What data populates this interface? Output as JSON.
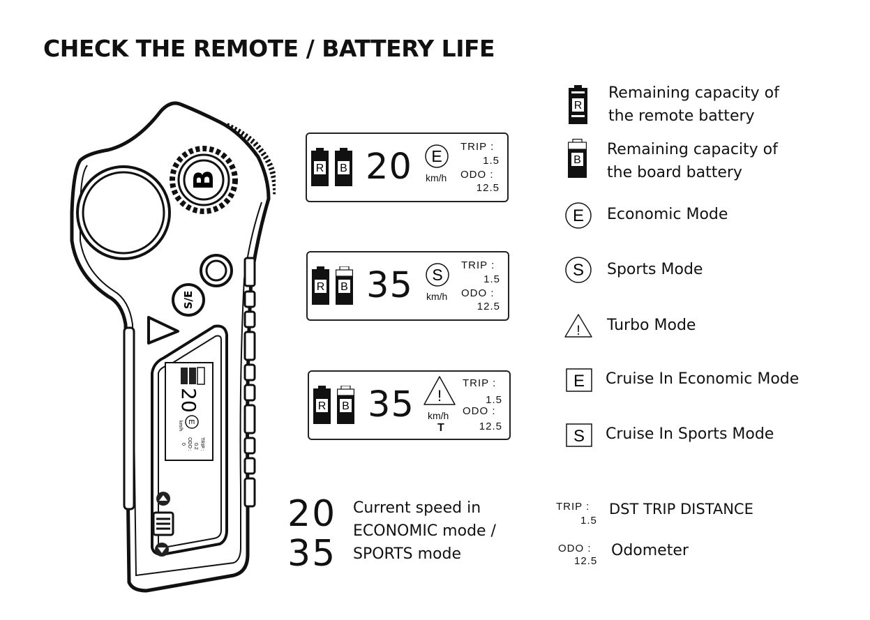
{
  "title": "CHECK THE REMOTE / BATTERY LIFE",
  "remote": {
    "logo_letter": "B",
    "se_button": "S/E",
    "mini_screen": {
      "speed": "20",
      "unit": "km/h",
      "mode": "E",
      "trip_label": "TRIP :",
      "trip_value": "0.2",
      "odo_label": "ODO :",
      "odo_value": "0"
    }
  },
  "screens": [
    {
      "battery_r": "R",
      "battery_b": "B",
      "speed": "20",
      "mode": "E",
      "unit": "km/h",
      "trip_label": "TRIP :",
      "trip_value": "1.5",
      "odo_label": "ODO :",
      "odo_value": "12.5",
      "turbo_flag": ""
    },
    {
      "battery_r": "R",
      "battery_b": "B",
      "speed": "35",
      "mode": "S",
      "unit": "km/h",
      "trip_label": "TRIP :",
      "trip_value": "1.5",
      "odo_label": "ODO :",
      "odo_value": "12.5",
      "turbo_flag": ""
    },
    {
      "battery_r": "R",
      "battery_b": "B",
      "speed": "35",
      "mode": "!",
      "unit": "km/h",
      "trip_label": "TRIP :",
      "trip_value": "1.5",
      "odo_label": "ODO :",
      "odo_value": "12.5",
      "turbo_flag": "T"
    }
  ],
  "legend": {
    "remote_battery": {
      "icon_letter": "R",
      "line1": "Remaining capacity of",
      "line2": "the remote battery"
    },
    "board_battery": {
      "icon_letter": "B",
      "line1": "Remaining capacity of",
      "line2": "the board battery"
    },
    "economic": {
      "icon_letter": "E",
      "text": "Economic Mode"
    },
    "sports": {
      "icon_letter": "S",
      "text": "Sports Mode"
    },
    "turbo": {
      "icon_letter": "!",
      "text": "Turbo Mode"
    },
    "cruise_economic": {
      "icon_letter": "E",
      "text": "Cruise In Economic Mode"
    },
    "cruise_sports": {
      "icon_letter": "S",
      "text": "Cruise In Sports Mode"
    }
  },
  "speed_info": {
    "num1": "20",
    "num2": "35",
    "line1": "Current speed in",
    "line2": "ECONOMIC mode /",
    "line3": "SPORTS mode"
  },
  "trip_info": {
    "label": "TRIP :",
    "value": "1.5",
    "text": "DST TRIP DISTANCE"
  },
  "odo_info": {
    "label": "ODO :",
    "value": "12.5",
    "text": "Odometer"
  }
}
